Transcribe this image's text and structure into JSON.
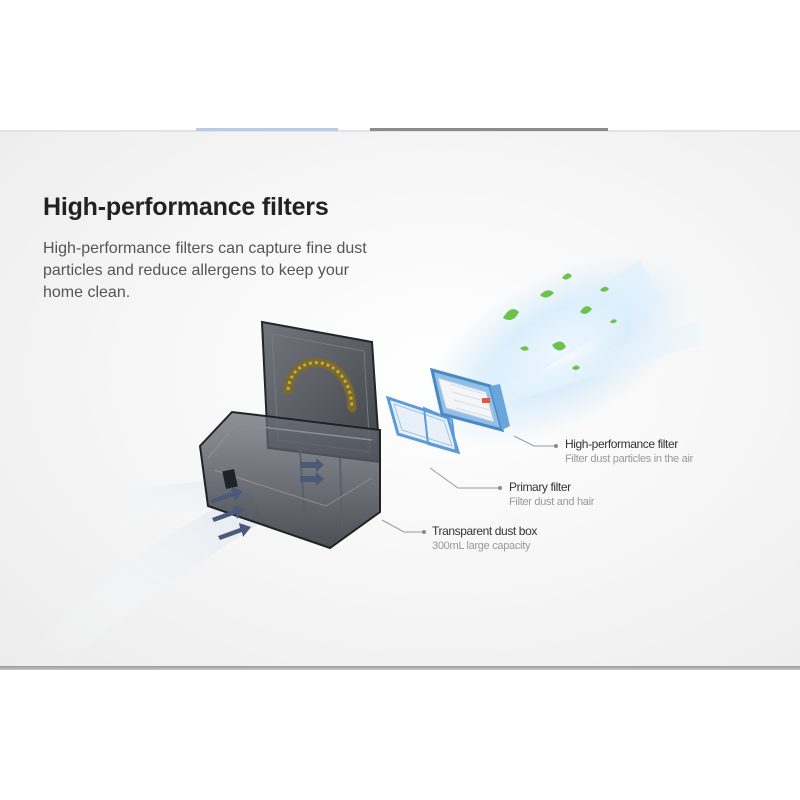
{
  "heading": {
    "title": "High-performance filters",
    "description": "High-performance filters can capture fine dust particles and reduce allergens to keep your home clean."
  },
  "callouts": [
    {
      "name": "High-performance filter",
      "sub": "Filter dust particles in the air"
    },
    {
      "name": "Primary filter",
      "sub": "Filter dust and hair"
    },
    {
      "name": "Transparent dust box",
      "sub": "300mL large capacity"
    }
  ],
  "colors": {
    "dust_box": "#3a3d44",
    "filter_frame": "#5b9bd8",
    "filter_core": "#eef2f6",
    "leaf": "#6cc24a",
    "airflow": "#cfe8fb",
    "arrow": "#4a5a78"
  }
}
